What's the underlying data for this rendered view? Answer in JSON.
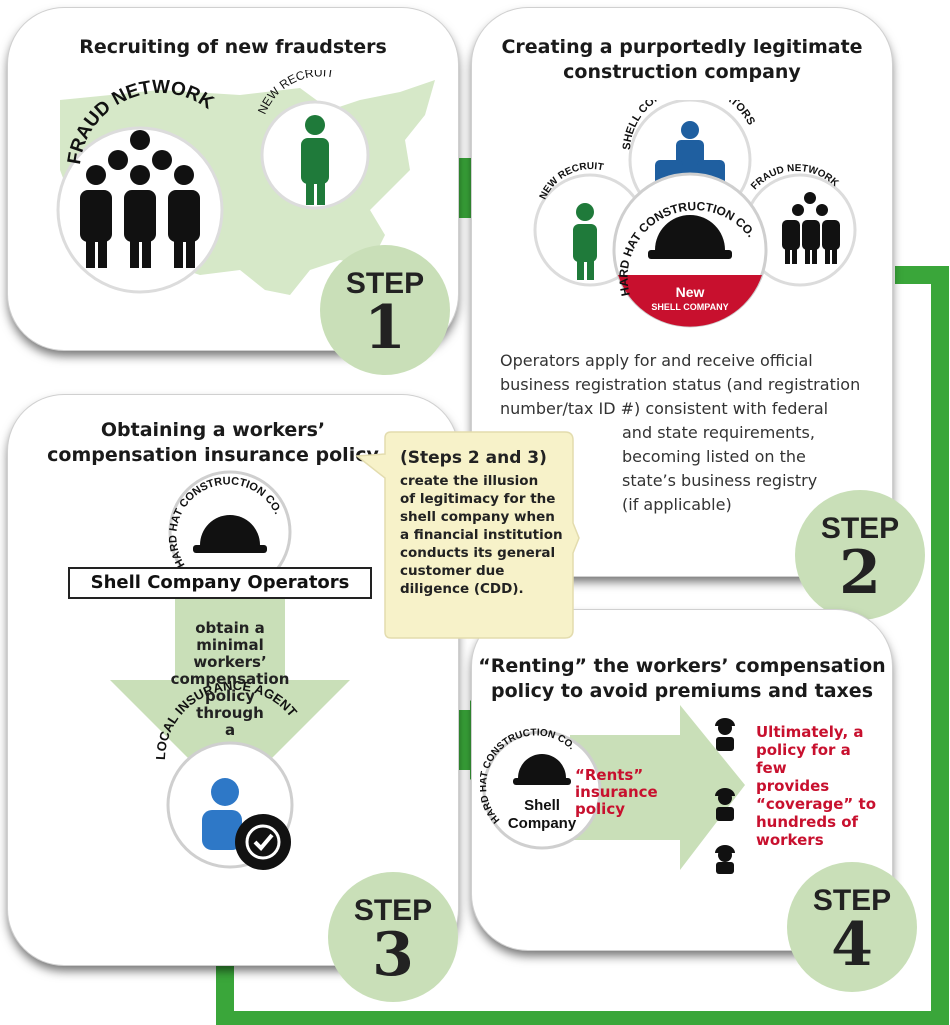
{
  "step1": {
    "title": "Recruiting of new fraudsters",
    "fraud_network": "FRAUD NETWORK",
    "new_recruit": "NEW RECRUIT",
    "step_word": "STEP",
    "step_num": "1"
  },
  "step2": {
    "title_line1": "Creating a purportedly legitimate",
    "title_line2": "construction company",
    "shell_operators": "SHELL COMPANY OPERATORS",
    "new_recruit": "NEW RECRUIT",
    "fraud_network": "FRAUD NETWORK",
    "company_ring": "HARD HAT CONSTRUCTION CO.",
    "badge_new": "New",
    "badge_shell": "SHELL COMPANY",
    "body_lines": [
      "Operators apply for and receive official",
      "business registration status (and registration",
      "number/tax ID #) consistent with federal",
      "and state requirements,",
      "becoming listed on the",
      "state’s business registry",
      "(if applicable)"
    ],
    "step_word": "STEP",
    "step_num": "2"
  },
  "callout": {
    "heading": "(Steps 2 and 3)",
    "lines": [
      "create the illusion",
      "of legitimacy for the",
      "shell company when",
      "a financial institution",
      "conducts its general",
      "customer due",
      "diligence (CDD)."
    ]
  },
  "step3": {
    "title_line1": "Obtaining a workers’",
    "title_line2": "compensation insurance policy",
    "company_ring": "HARD HAT CONSTRUCTION CO.",
    "operators_label": "Shell Company Operators",
    "arrow_lines": [
      "obtain a",
      "minimal",
      "workers’",
      "compensation",
      "policy",
      "through",
      "a"
    ],
    "agent_ring": "LOCAL INSURANCE AGENT",
    "step_word": "STEP",
    "step_num": "3"
  },
  "step4": {
    "title_line1": "“Renting” the workers’ compensation",
    "title_line2": "policy to avoid premiums and taxes",
    "company_ring": "HARD HAT CONSTRUCTION CO.",
    "shell_line1": "Shell",
    "shell_line2": "Company",
    "rents_lines": [
      "“Rents”",
      "insurance",
      "policy"
    ],
    "result_lines": [
      "Ultimately, a",
      "policy for a few",
      "provides",
      "“coverage” to",
      "hundreds of",
      "workers"
    ],
    "step_word": "STEP",
    "step_num": "4"
  },
  "colors": {
    "green_arrow": "#3aa63a",
    "light_green": "#c9dfb8",
    "map_green": "#d6e8c8",
    "person_green": "#1f7a3a",
    "person_blue": "#1f5fa0",
    "red": "#c8102e",
    "callout_fill": "#f7f2c9"
  }
}
